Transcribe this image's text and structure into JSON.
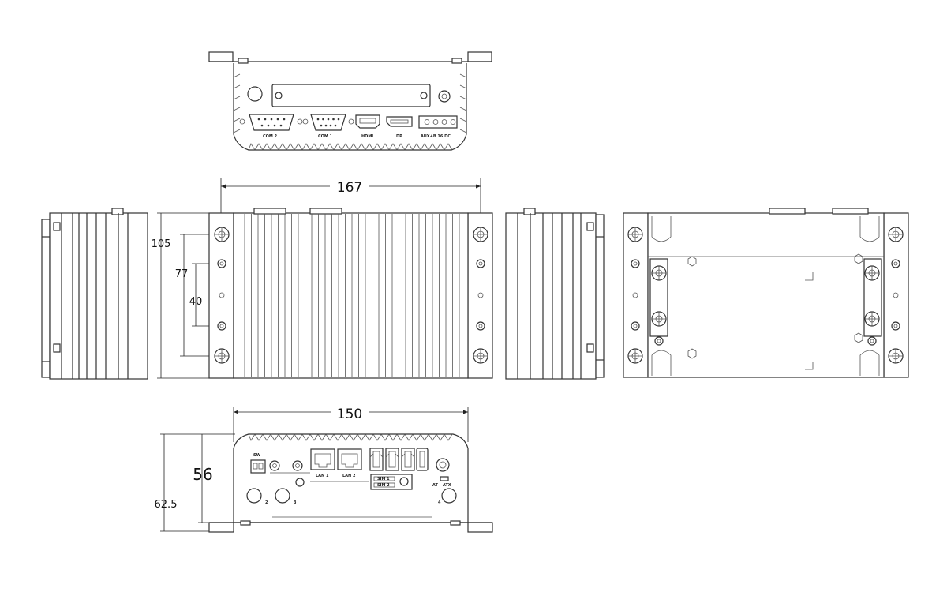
{
  "dimensions": {
    "top_width": "167",
    "height_total": "105",
    "hole_span": "77",
    "hole_span_inner": "40",
    "front_width": "150",
    "front_height": "56",
    "front_height_total": "62.5"
  },
  "rear_panel_labels": {
    "com2": "COM 2",
    "com1": "COM 1",
    "hdmi": "HDMI",
    "dp": "DP",
    "dc_in": "AUX+B 16 DC"
  },
  "front_panel_labels": {
    "sw": "SW",
    "lan1": "LAN 1",
    "lan2": "LAN 2",
    "sim1": "SIM 1",
    "sim2": "SIM 2",
    "at": "AT",
    "atx": "ATX",
    "ant2": "2",
    "ant3": "3",
    "ant4": "4"
  }
}
